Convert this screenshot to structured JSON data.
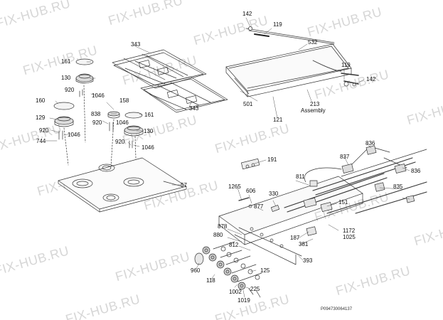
{
  "watermark": "FIX-HUB.RU",
  "drawing_code": "P094730064137",
  "labels": {
    "l142a": "142",
    "l119a": "119",
    "l532": "532",
    "l119b": "119",
    "l142b": "142",
    "l501": "501",
    "l213": "213",
    "lAssembly": "Assembly",
    "l121": "121",
    "l343a": "343",
    "l343b": "343",
    "l161a": "161",
    "l130a": "130",
    "l920a": "920",
    "l1046a": "1046",
    "l160": "160",
    "l158": "158",
    "l838": "838",
    "l920b": "920",
    "l1046b": "1046",
    "l161b": "161",
    "l129": "129",
    "l130b": "130",
    "l920c": "920",
    "l1046c": "1046",
    "l744": "744",
    "l920d": "920",
    "l1046d": "1046",
    "l57": "57",
    "l191": "191",
    "l837": "837",
    "l836a": "836",
    "l836b": "836",
    "l811": "811",
    "l1265": "1265",
    "l606": "606",
    "l330": "330",
    "l835": "835",
    "l877": "877",
    "l151": "151",
    "l878": "878",
    "l880": "880",
    "l812": "812",
    "l187": "187",
    "l381": "381",
    "l1172": "1172",
    "l1025": "1025",
    "l393": "393",
    "l960": "960",
    "l125": "125",
    "l118": "118",
    "l1002": "1002",
    "l225": "225",
    "l1019": "1019"
  }
}
